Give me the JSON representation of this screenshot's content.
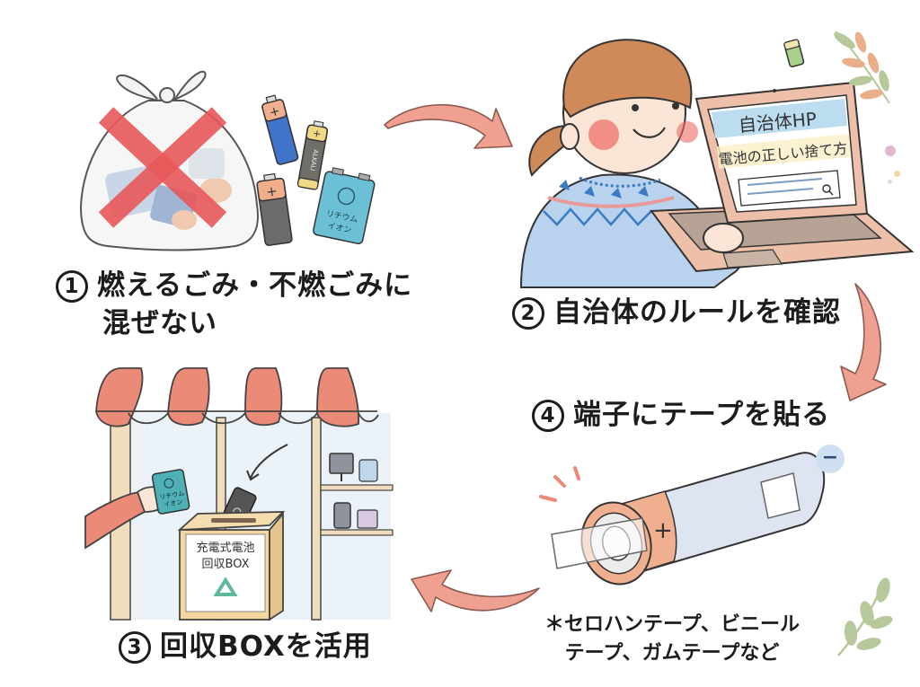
{
  "colors": {
    "background": "#ffffff",
    "text": "#1c1c1c",
    "arrow": "#f0a090",
    "arrow_outline": "#8a5a50",
    "cross": "#e8585a",
    "awning": "#ec8a78",
    "sweater": "#b9d3ee",
    "hair": "#d08a5a",
    "laptop": "#eec0aa",
    "screen_header": "#bcdcef",
    "battery_orange": "#f0b090",
    "battery_body": "#dfe4f2",
    "recycle_green": "#5fb89a",
    "leaf_green": "#b7c99a",
    "leaf_orange": "#eaaf8a"
  },
  "steps": [
    {
      "id": 1,
      "number": "1",
      "text_line1": "燃えるごみ・不燃ごみに",
      "text_line2": "混ぜない",
      "illustration": "trash-bag-with-cross"
    },
    {
      "id": 2,
      "number": "2",
      "text": "自治体のルールを確認",
      "illustration": "child-using-laptop"
    },
    {
      "id": 3,
      "number": "3",
      "text": "回収BOXを活用",
      "illustration": "store-recycling-box"
    },
    {
      "id": 4,
      "number": "4",
      "text": "端子にテープを貼る",
      "illustration": "battery-with-tape",
      "note_line1": "＊セロハンテープ、ビニール",
      "note_line2": "テープ、ガムテープなど"
    }
  ],
  "laptop_screen": {
    "header": "自治体HP",
    "subheader": "電池の正しい捨て方"
  },
  "batteries": {
    "aa_label": "ALKALI",
    "lithium_label_line1": "リチウム",
    "lithium_label_line2": "イオン",
    "plus_sign": "+",
    "minus_sign": "−"
  },
  "recycle_box": {
    "label_line1": "充電式電池",
    "label_line2": "回収BOX"
  },
  "hand_battery": {
    "label_line1": "リチウム",
    "label_line2": "イオン"
  },
  "arrows": [
    {
      "from": "step-1",
      "to": "step-2",
      "direction": "right"
    },
    {
      "from": "step-2",
      "to": "step-4",
      "direction": "down"
    },
    {
      "from": "step-4",
      "to": "step-3",
      "direction": "left"
    }
  ]
}
